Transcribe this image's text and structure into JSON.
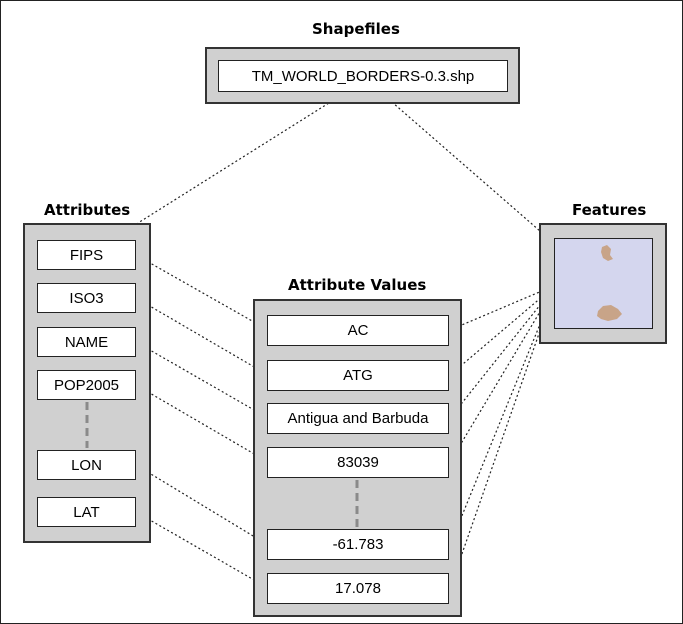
{
  "shapefiles": {
    "heading": "Shapefiles",
    "file": "TM_WORLD_BORDERS-0.3.shp"
  },
  "attributes": {
    "heading": "Attributes",
    "items": [
      "FIPS",
      "ISO3",
      "NAME",
      "POP2005",
      "LON",
      "LAT"
    ]
  },
  "attribute_values": {
    "heading": "Attribute Values",
    "items": [
      "AC",
      "ATG",
      "Antigua and Barbuda",
      "83039",
      "-61.783",
      "17.078"
    ]
  },
  "features": {
    "heading": "Features",
    "map_color": "#d4d6ee",
    "island_color": "#c8a488"
  },
  "colors": {
    "panel": "#d0d0d0",
    "gap_dash": "#8a8a8a"
  }
}
